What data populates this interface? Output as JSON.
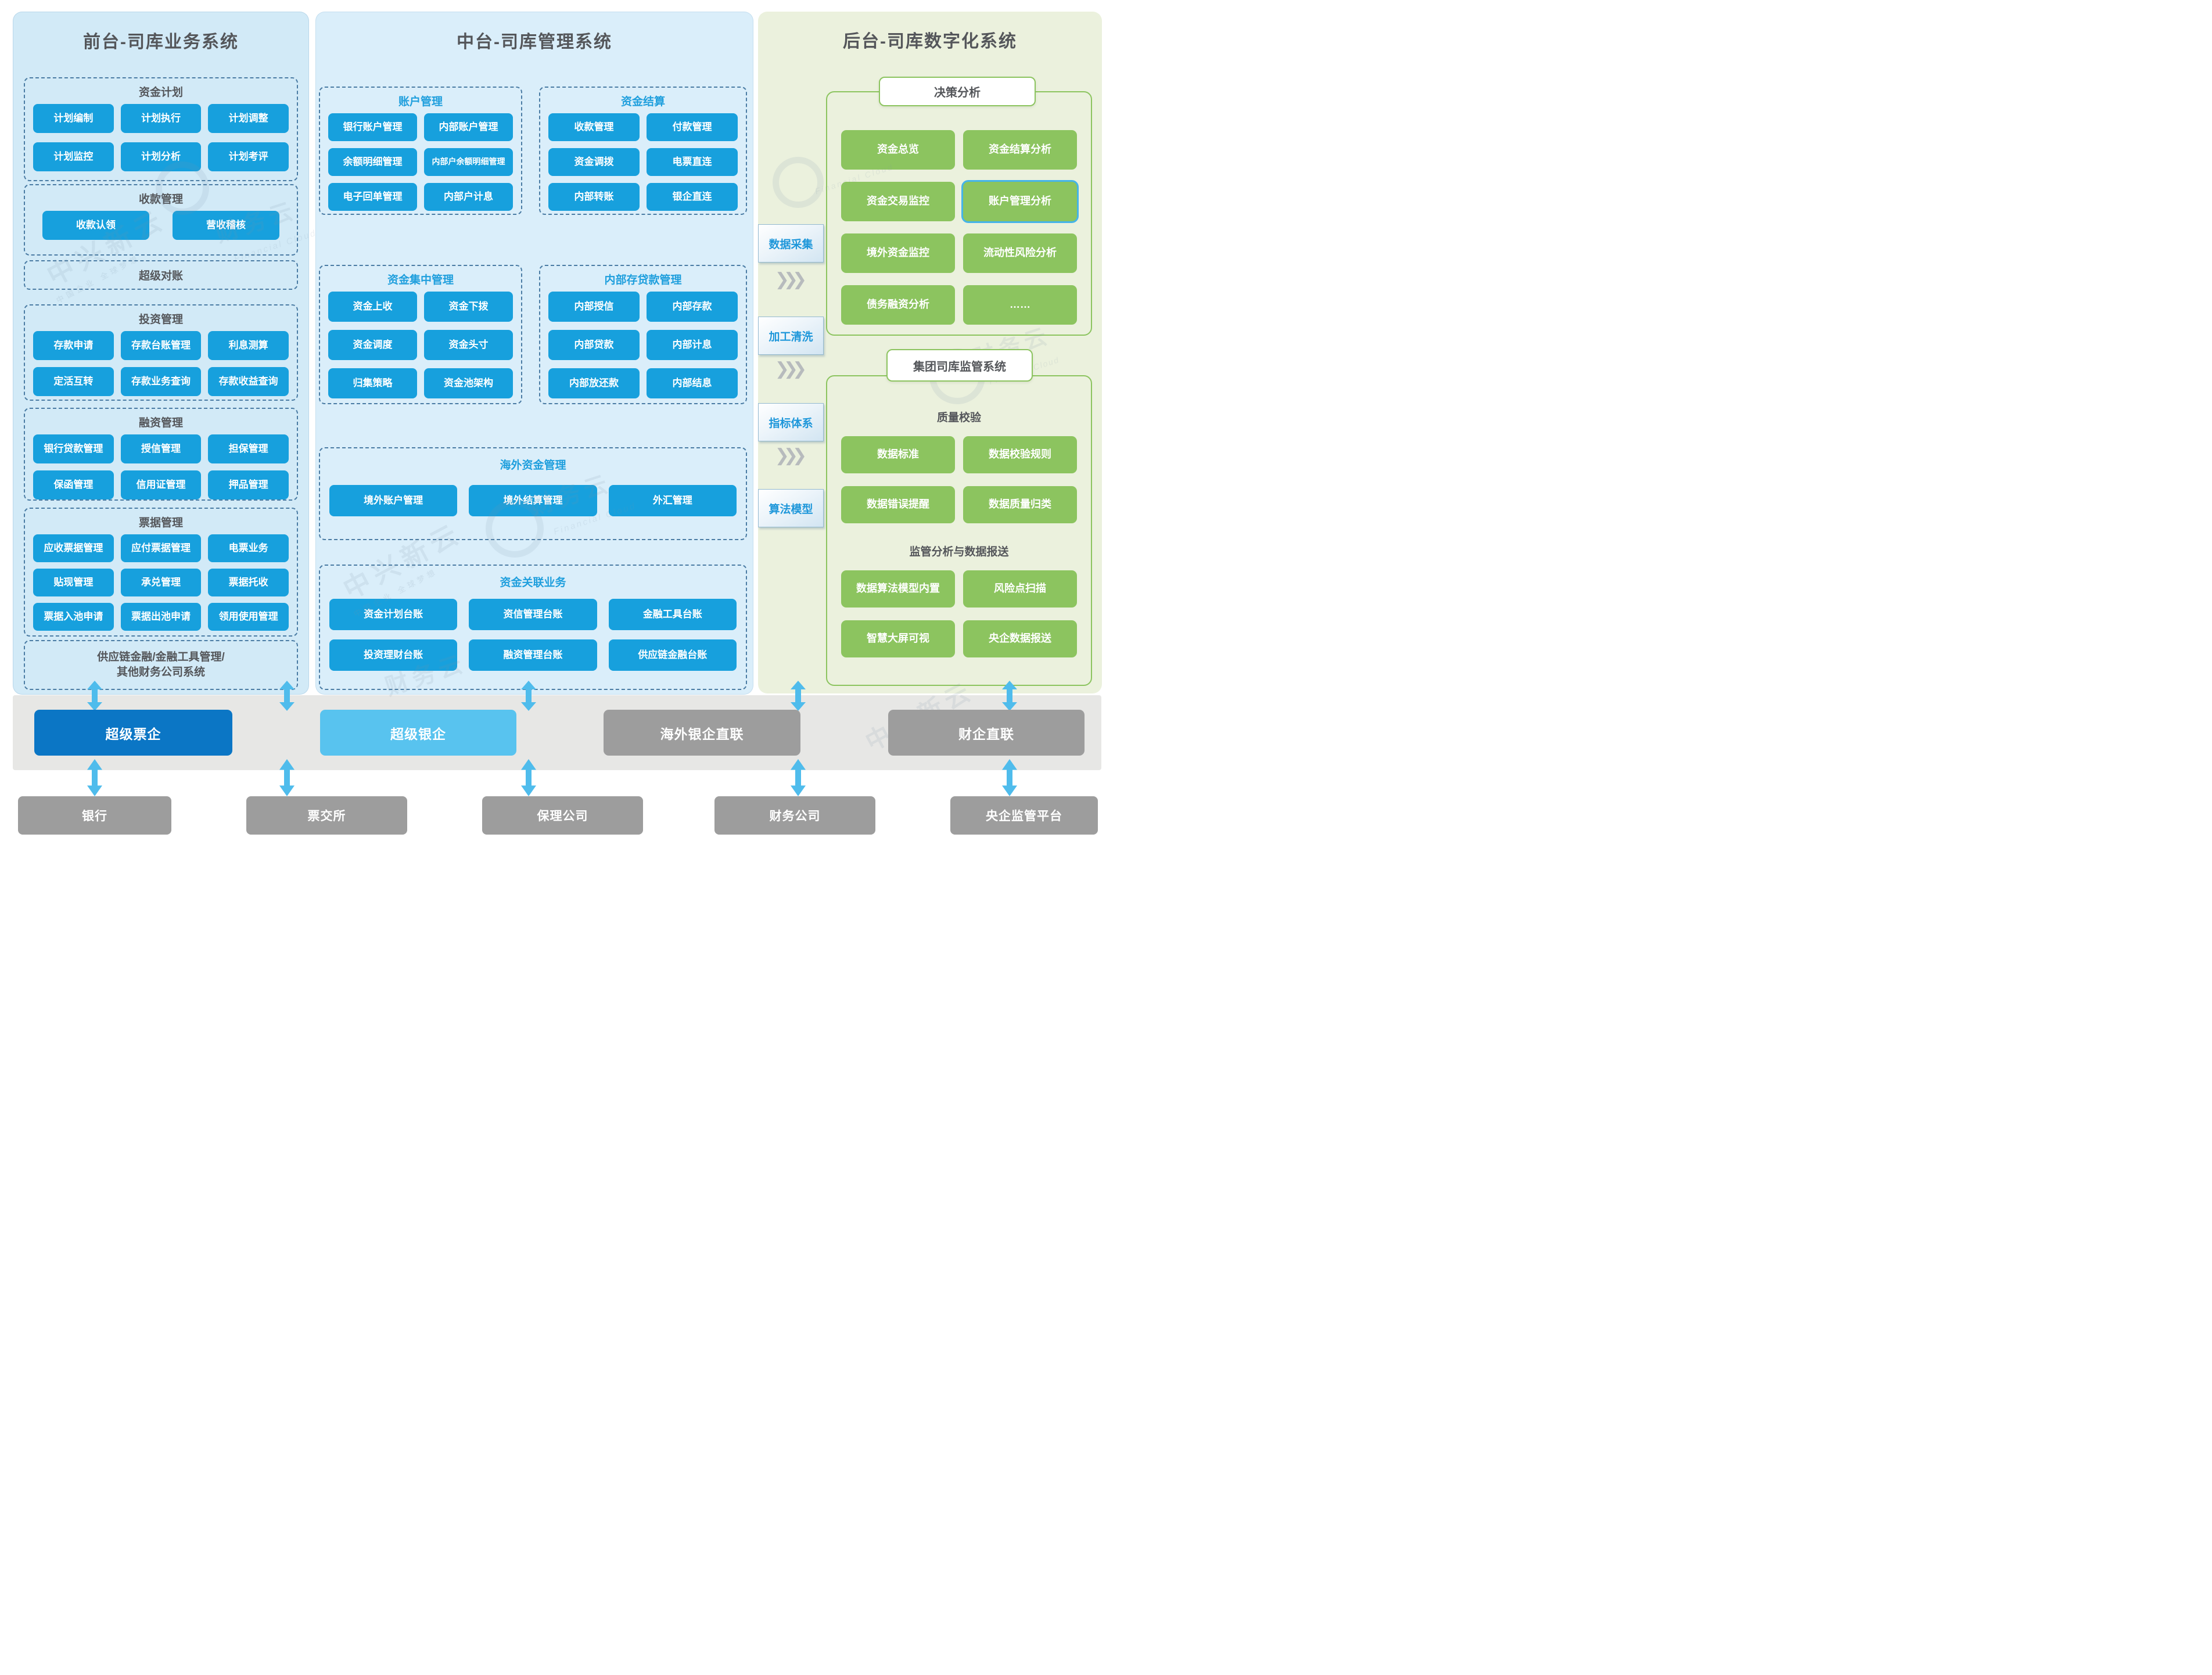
{
  "watermark": {
    "brand": "中兴新云",
    "brand_slogan": "中国企业 全球梦想",
    "cloud": "财务云",
    "cloud_en": "Financial Cloud"
  },
  "icons": {
    "chevrons": "❯❯❯"
  },
  "front": {
    "title": "前台-司库业务系统",
    "sections": [
      {
        "title": "资金计划",
        "items": [
          "计划编制",
          "计划执行",
          "计划调整",
          "计划监控",
          "计划分析",
          "计划考评"
        ]
      },
      {
        "title": "收款管理",
        "items": [
          "收款认领",
          "营收稽核"
        ]
      },
      {
        "title": "超级对账",
        "items": []
      },
      {
        "title": "投资管理",
        "items": [
          "存款申请",
          "存款台账管理",
          "利息测算",
          "定活互转",
          "存款业务查询",
          "存款收益查询"
        ]
      },
      {
        "title": "融资管理",
        "items": [
          "银行贷款管理",
          "授信管理",
          "担保管理",
          "保函管理",
          "信用证管理",
          "押品管理"
        ]
      },
      {
        "title": "票据管理",
        "items": [
          "应收票据管理",
          "应付票据管理",
          "电票业务",
          "贴现管理",
          "承兑管理",
          "票据托收",
          "票据入池申请",
          "票据出池申请",
          "领用使用管理"
        ]
      },
      {
        "title": "供应链金融/金融工具管理/\n其他财务公司系统",
        "items": []
      }
    ]
  },
  "middle": {
    "title": "中台-司库管理系统",
    "sections": [
      {
        "title": "账户管理",
        "items": [
          "银行账户管理",
          "内部账户管理",
          "余额明细管理",
          "内部户余额明细管理",
          "电子回单管理",
          "内部户计息"
        ]
      },
      {
        "title": "资金结算",
        "items": [
          "收款管理",
          "付款管理",
          "资金调拨",
          "电票直连",
          "内部转账",
          "银企直连"
        ]
      },
      {
        "title": "资金集中管理",
        "items": [
          "资金上收",
          "资金下拨",
          "资金调度",
          "资金头寸",
          "归集策略",
          "资金池架构"
        ]
      },
      {
        "title": "内部存贷款管理",
        "items": [
          "内部授信",
          "内部存款",
          "内部贷款",
          "内部计息",
          "内部放还款",
          "内部结息"
        ]
      },
      {
        "title": "海外资金管理",
        "items": [
          "境外账户管理",
          "境外结算管理",
          "外汇管理"
        ]
      },
      {
        "title": "资金关联业务",
        "items": [
          "资金计划台账",
          "资信管理台账",
          "金融工具台账",
          "投资理财台账",
          "融资管理台账",
          "供应链金融台账"
        ]
      }
    ]
  },
  "back": {
    "title": "后台-司库数字化系统",
    "pipeline": [
      "数据采集",
      "加工清洗",
      "指标体系",
      "算法模型"
    ],
    "decision": {
      "label": "决策分析",
      "items": [
        "资金总览",
        "资金结算分析",
        "资金交易监控",
        "账户管理分析",
        "境外资金监控",
        "流动性风险分析",
        "债务融资分析",
        "……"
      ],
      "highlight_index": 3
    },
    "supervision": {
      "label": "集团司库监管系统",
      "groups": [
        {
          "title": "质量校验",
          "items": [
            "数据标准",
            "数据校验规则",
            "数据错误提醒",
            "数据质量归类"
          ]
        },
        {
          "title": "监管分析与数据报送",
          "items": [
            "数据算法模型内置",
            "风险点扫描",
            "智慧大屏可视",
            "央企数据报送"
          ]
        }
      ]
    }
  },
  "band": {
    "items": [
      {
        "label": "超级票企",
        "style": "dark"
      },
      {
        "label": "超级银企",
        "style": "light"
      },
      {
        "label": "海外银企直联",
        "style": "gray"
      },
      {
        "label": "财企直联",
        "style": "gray"
      }
    ]
  },
  "external": {
    "items": [
      "银行",
      "票交所",
      "保理公司",
      "财务公司",
      "央企监管平台"
    ]
  }
}
